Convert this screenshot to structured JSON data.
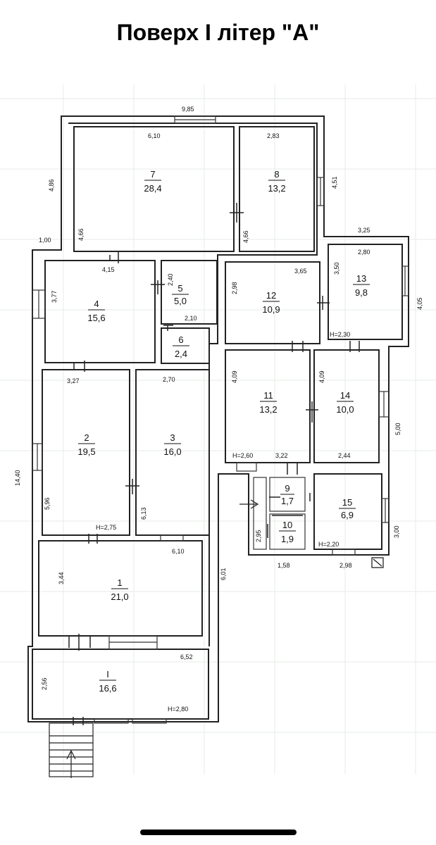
{
  "title": "Поверх І літер \"А\"",
  "rooms": [
    {
      "id": "7",
      "area": "28,4"
    },
    {
      "id": "8",
      "area": "13,2"
    },
    {
      "id": "4",
      "area": "15,6"
    },
    {
      "id": "5",
      "area": "5,0"
    },
    {
      "id": "6",
      "area": "2,4"
    },
    {
      "id": "12",
      "area": "10,9"
    },
    {
      "id": "13",
      "area": "9,8"
    },
    {
      "id": "2",
      "area": "19,5"
    },
    {
      "id": "3",
      "area": "16,0"
    },
    {
      "id": "11",
      "area": "13,2"
    },
    {
      "id": "14",
      "area": "10,0"
    },
    {
      "id": "9",
      "area": "1,7"
    },
    {
      "id": "10",
      "area": "1,9"
    },
    {
      "id": "15",
      "area": "6,9"
    },
    {
      "id": "1",
      "area": "21,0"
    },
    {
      "id": "I",
      "area": "16,6"
    }
  ],
  "dimensions": {
    "d_985": "9,85",
    "d_610_top": "6,10",
    "d_283": "2,83",
    "d_486": "4,86",
    "d_451": "4,51",
    "d_466a": "4,66",
    "d_466b": "4,66",
    "d_100": "1,00",
    "d_325": "3,25",
    "d_280": "2,80",
    "d_415": "4,15",
    "d_240": "2,40",
    "d_365": "3,65",
    "d_350": "3,50",
    "d_377": "3,77",
    "d_298": "2,98",
    "d_405": "4,05",
    "d_210": "2,10",
    "d_h230": "H=2,30",
    "d_327": "3,27",
    "d_270": "2,70",
    "d_409a": "4,09",
    "d_409b": "4,09",
    "d_500": "5,00",
    "d_1440": "14,40",
    "d_h260": "H=2,60",
    "d_322": "3,22",
    "d_244": "2,44",
    "d_596": "5,96",
    "d_613": "6,13",
    "d_h275": "H=2,75",
    "d_295": "2,95",
    "d_h220": "H=2,20",
    "d_300": "3,00",
    "d_610_mid": "6,10",
    "d_158": "1,58",
    "d_298b": "2,98",
    "d_601": "6,01",
    "d_344": "3,44",
    "d_652": "6,52",
    "d_256": "2,56",
    "d_h280": "H=2,80"
  },
  "colors": {
    "line": "#222222",
    "grid": "#e6ece6",
    "text": "#111111"
  }
}
